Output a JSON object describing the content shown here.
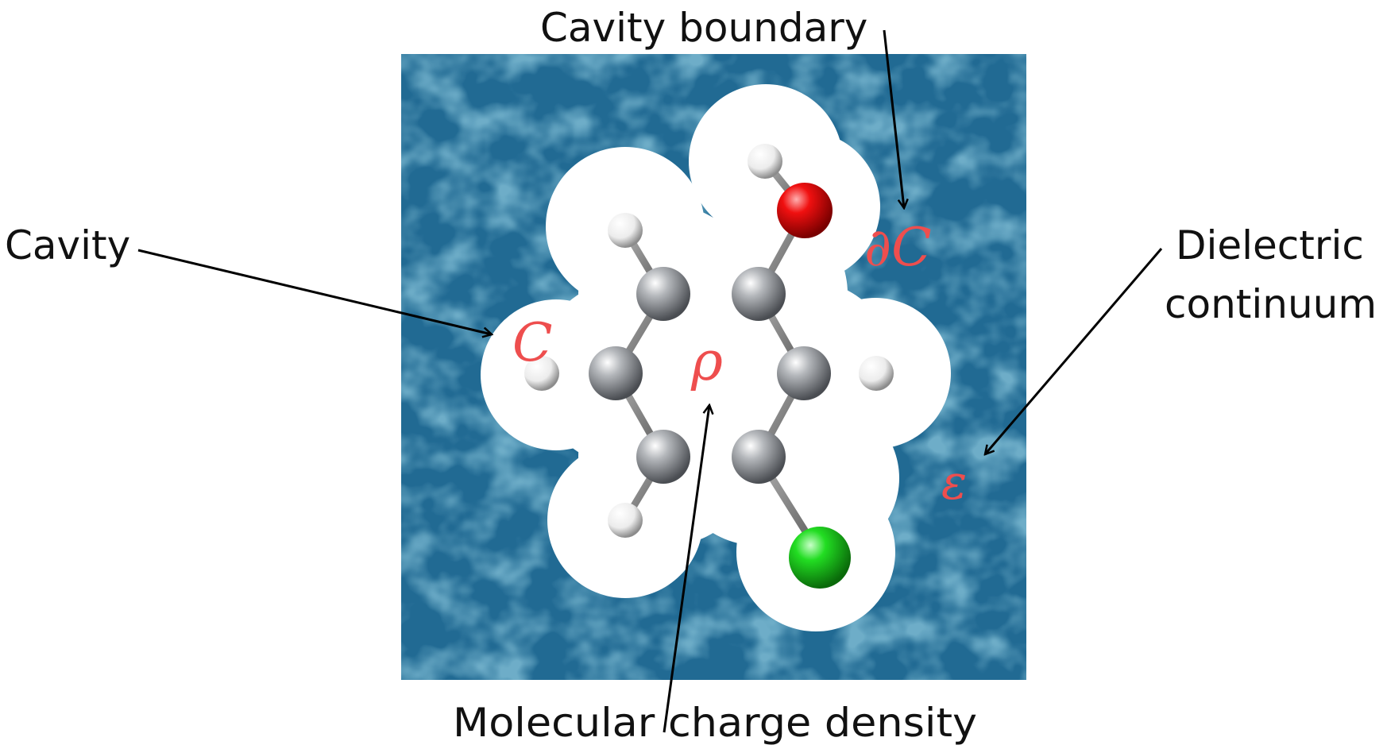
{
  "labels": {
    "cavity_boundary": "Cavity boundary",
    "cavity": "Cavity",
    "dielectric_line1": "Dielectric",
    "dielectric_line2": "continuum",
    "molecular_charge_density": "Molecular charge density"
  },
  "symbols": {
    "cavity_boundary": "∂C",
    "cavity": "C",
    "charge_density": "ρ",
    "dielectric": "ε"
  },
  "colors": {
    "solvent": "#1c5f8a",
    "solvent_light": "#6fc0de",
    "cavity": "#ffffff",
    "symbol": "#ee4e4e",
    "carbon": "#8a8d92",
    "hydrogen": "#f2f2f2",
    "oxygen": "#e00000",
    "chlorine": "#19d219",
    "bond": "#7a7a7a",
    "arrow": "#000000"
  },
  "molecule": {
    "atoms": [
      "C",
      "C",
      "C",
      "C",
      "C",
      "C",
      "O",
      "Cl",
      "H",
      "H",
      "H",
      "H",
      "H"
    ]
  }
}
